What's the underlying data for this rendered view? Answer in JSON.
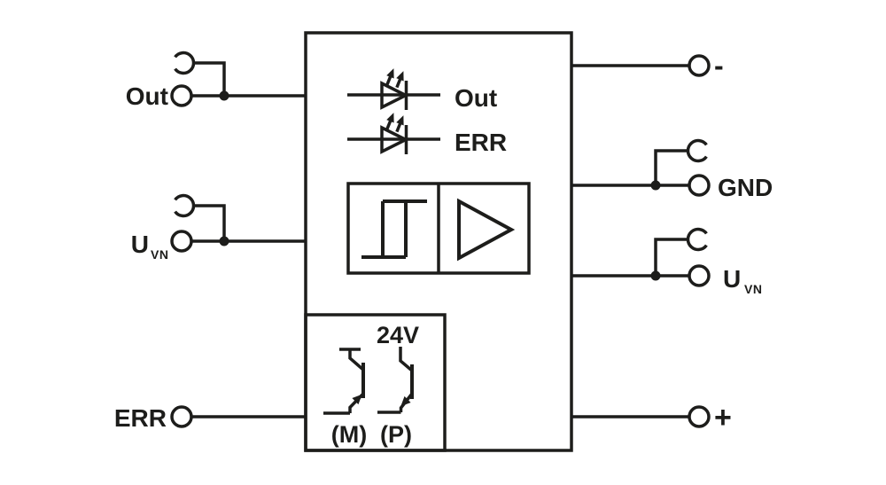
{
  "diagram_type": "relay-module-block-schematic",
  "colors": {
    "line": "#1d1d1b",
    "background": "#ffffff"
  },
  "terminals": {
    "left": [
      {
        "label": "Out"
      },
      {
        "label": "U",
        "sub": "VN"
      },
      {
        "label": "ERR"
      }
    ],
    "right": [
      {
        "label": "-"
      },
      {
        "label": "GND"
      },
      {
        "label": "U",
        "sub": "VN"
      },
      {
        "label": "+"
      }
    ]
  },
  "leds": [
    {
      "label": "Out"
    },
    {
      "label": "ERR"
    }
  ],
  "output_stage": {
    "voltage": "24V",
    "transistor_left": "(M)",
    "transistor_right": "(P)"
  }
}
